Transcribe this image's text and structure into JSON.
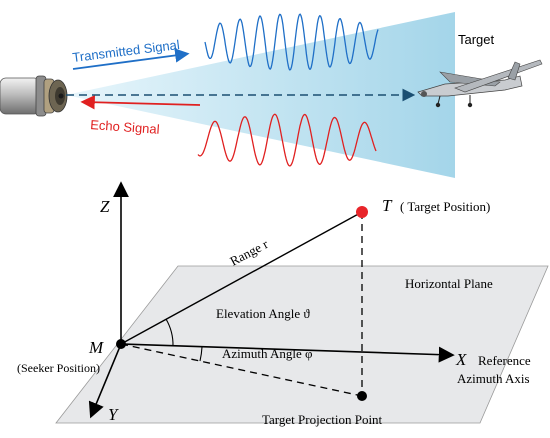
{
  "top": {
    "transmitted_label": "Transmitted Signal",
    "echo_label": "Echo Signal",
    "target_label": "Target",
    "colors": {
      "transmitted": "#1f6fc7",
      "echo": "#e02020",
      "beam": "#a9d8ec",
      "dashed": "#1b4f72"
    }
  },
  "bottom": {
    "axis_z": "Z",
    "axis_y": "Y",
    "axis_x": "X",
    "x_axis_desc_1": "Reference",
    "x_axis_desc_2": "Azimuth Axis",
    "point_m": "M",
    "point_m_desc": "(Seeker Position)",
    "point_t": "T",
    "point_t_desc": "( Target Position)",
    "range_label": "Range r",
    "elevation_label": "Elevation Angle ϑ",
    "azimuth_label": "Azimuth Angle φ",
    "plane_label": "Horizontal Plane",
    "projection_label": "Target Projection Point",
    "colors": {
      "target_dot": "#e8252a",
      "plane": "#e7e8ea"
    }
  }
}
